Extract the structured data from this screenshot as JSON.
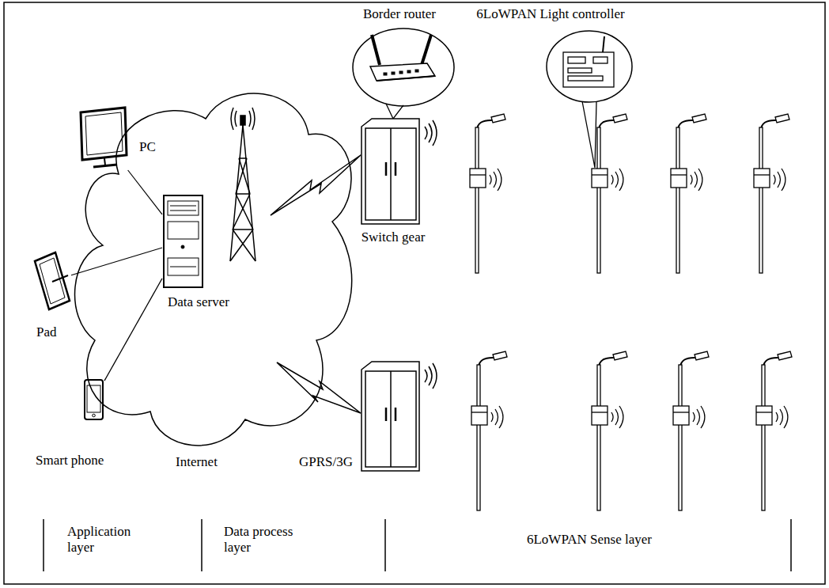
{
  "diagram": {
    "nodes": [
      {
        "text": [
          "Internet"
        ]
      },
      {
        "text": [
          "Data server"
        ],
        "in": 0
      },
      {
        "text": [
          "PC"
        ]
      },
      {
        "text": [
          "Pad"
        ]
      },
      {
        "text": [
          "Smart phone"
        ]
      },
      {
        "text": [
          "Border router"
        ]
      },
      {
        "text": [
          "Switch gear"
        ]
      },
      {
        "text": [
          "6LoWPAN Light controller"
        ]
      }
    ],
    "edges": [
      {
        "from": 2,
        "to": 1,
        "arrow": "none"
      },
      {
        "from": 3,
        "to": 1,
        "arrow": "none"
      },
      {
        "from": 4,
        "to": 1,
        "arrow": "none"
      }
    ],
    "labels": [
      "GPRS/3G",
      "Application layer",
      "Data process layer",
      "6LoWPAN Sense layer"
    ]
  }
}
